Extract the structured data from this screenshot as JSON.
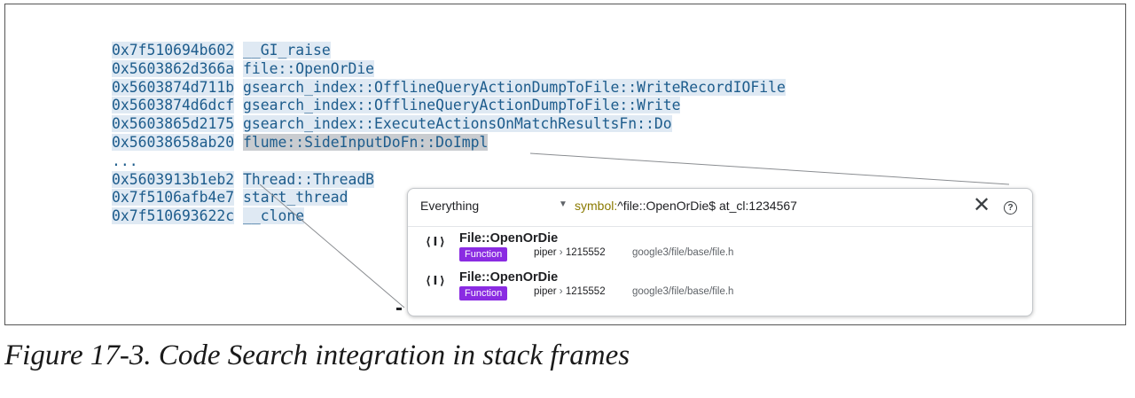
{
  "stack_frames": [
    {
      "address": "0x7f510694b602",
      "symbol": "__GI_raise"
    },
    {
      "address": "0x5603862d366a",
      "symbol": "file::OpenOrDie"
    },
    {
      "address": "0x5603874d711b",
      "symbol": "gsearch_index::OfflineQueryActionDumpToFile::WriteRecordIOFile"
    },
    {
      "address": "0x5603874d6dcf",
      "symbol": "gsearch_index::OfflineQueryActionDumpToFile::Write"
    },
    {
      "address": "0x5603865d2175",
      "symbol": "gsearch_index::ExecuteActionsOnMatchResultsFn::Do"
    },
    {
      "address": "0x56038658ab20",
      "symbol": "flume::SideInputDoFn::DoImpl"
    }
  ],
  "ellipsis": "...",
  "stack_frames_after": [
    {
      "address": "0x5603913b1eb2",
      "symbol": "Thread::ThreadB"
    },
    {
      "address": "0x7f5106afb4e7",
      "symbol": "start_thread"
    },
    {
      "address": "0x7f510693622c",
      "symbol": "__clone"
    }
  ],
  "search": {
    "scope": "Everything",
    "query_key": "symbol:",
    "query_value": "^file::OpenOrDie$ at_cl:1234567",
    "close_symbol": "✕",
    "help_symbol": "?"
  },
  "results": [
    {
      "icon": "⟨ I ⟩",
      "name": "File::OpenOrDie",
      "kind": "Function",
      "repo": "piper",
      "separator": "›",
      "cl": "1215552",
      "path": "google3/file/base/file.h"
    },
    {
      "icon": "⟨ I ⟩",
      "name": "File::OpenOrDie",
      "kind": "Function",
      "repo": "piper",
      "separator": "›",
      "cl": "1215552",
      "path": "google3/file/base/file.h"
    }
  ],
  "caption": "Figure 17-3. Code Search integration in stack frames",
  "colors": {
    "frame_text": "#1d5c8c",
    "frame_highlight": "#dfe9f3",
    "selected_highlight": "#c9ccd0",
    "function_badge": "#8a2be2",
    "query_key": "#8a7a00"
  },
  "icons": {
    "result": "symbol-code-icon",
    "close": "close-icon",
    "help": "help-circle-icon",
    "dropdown": "dropdown-caret-icon"
  }
}
